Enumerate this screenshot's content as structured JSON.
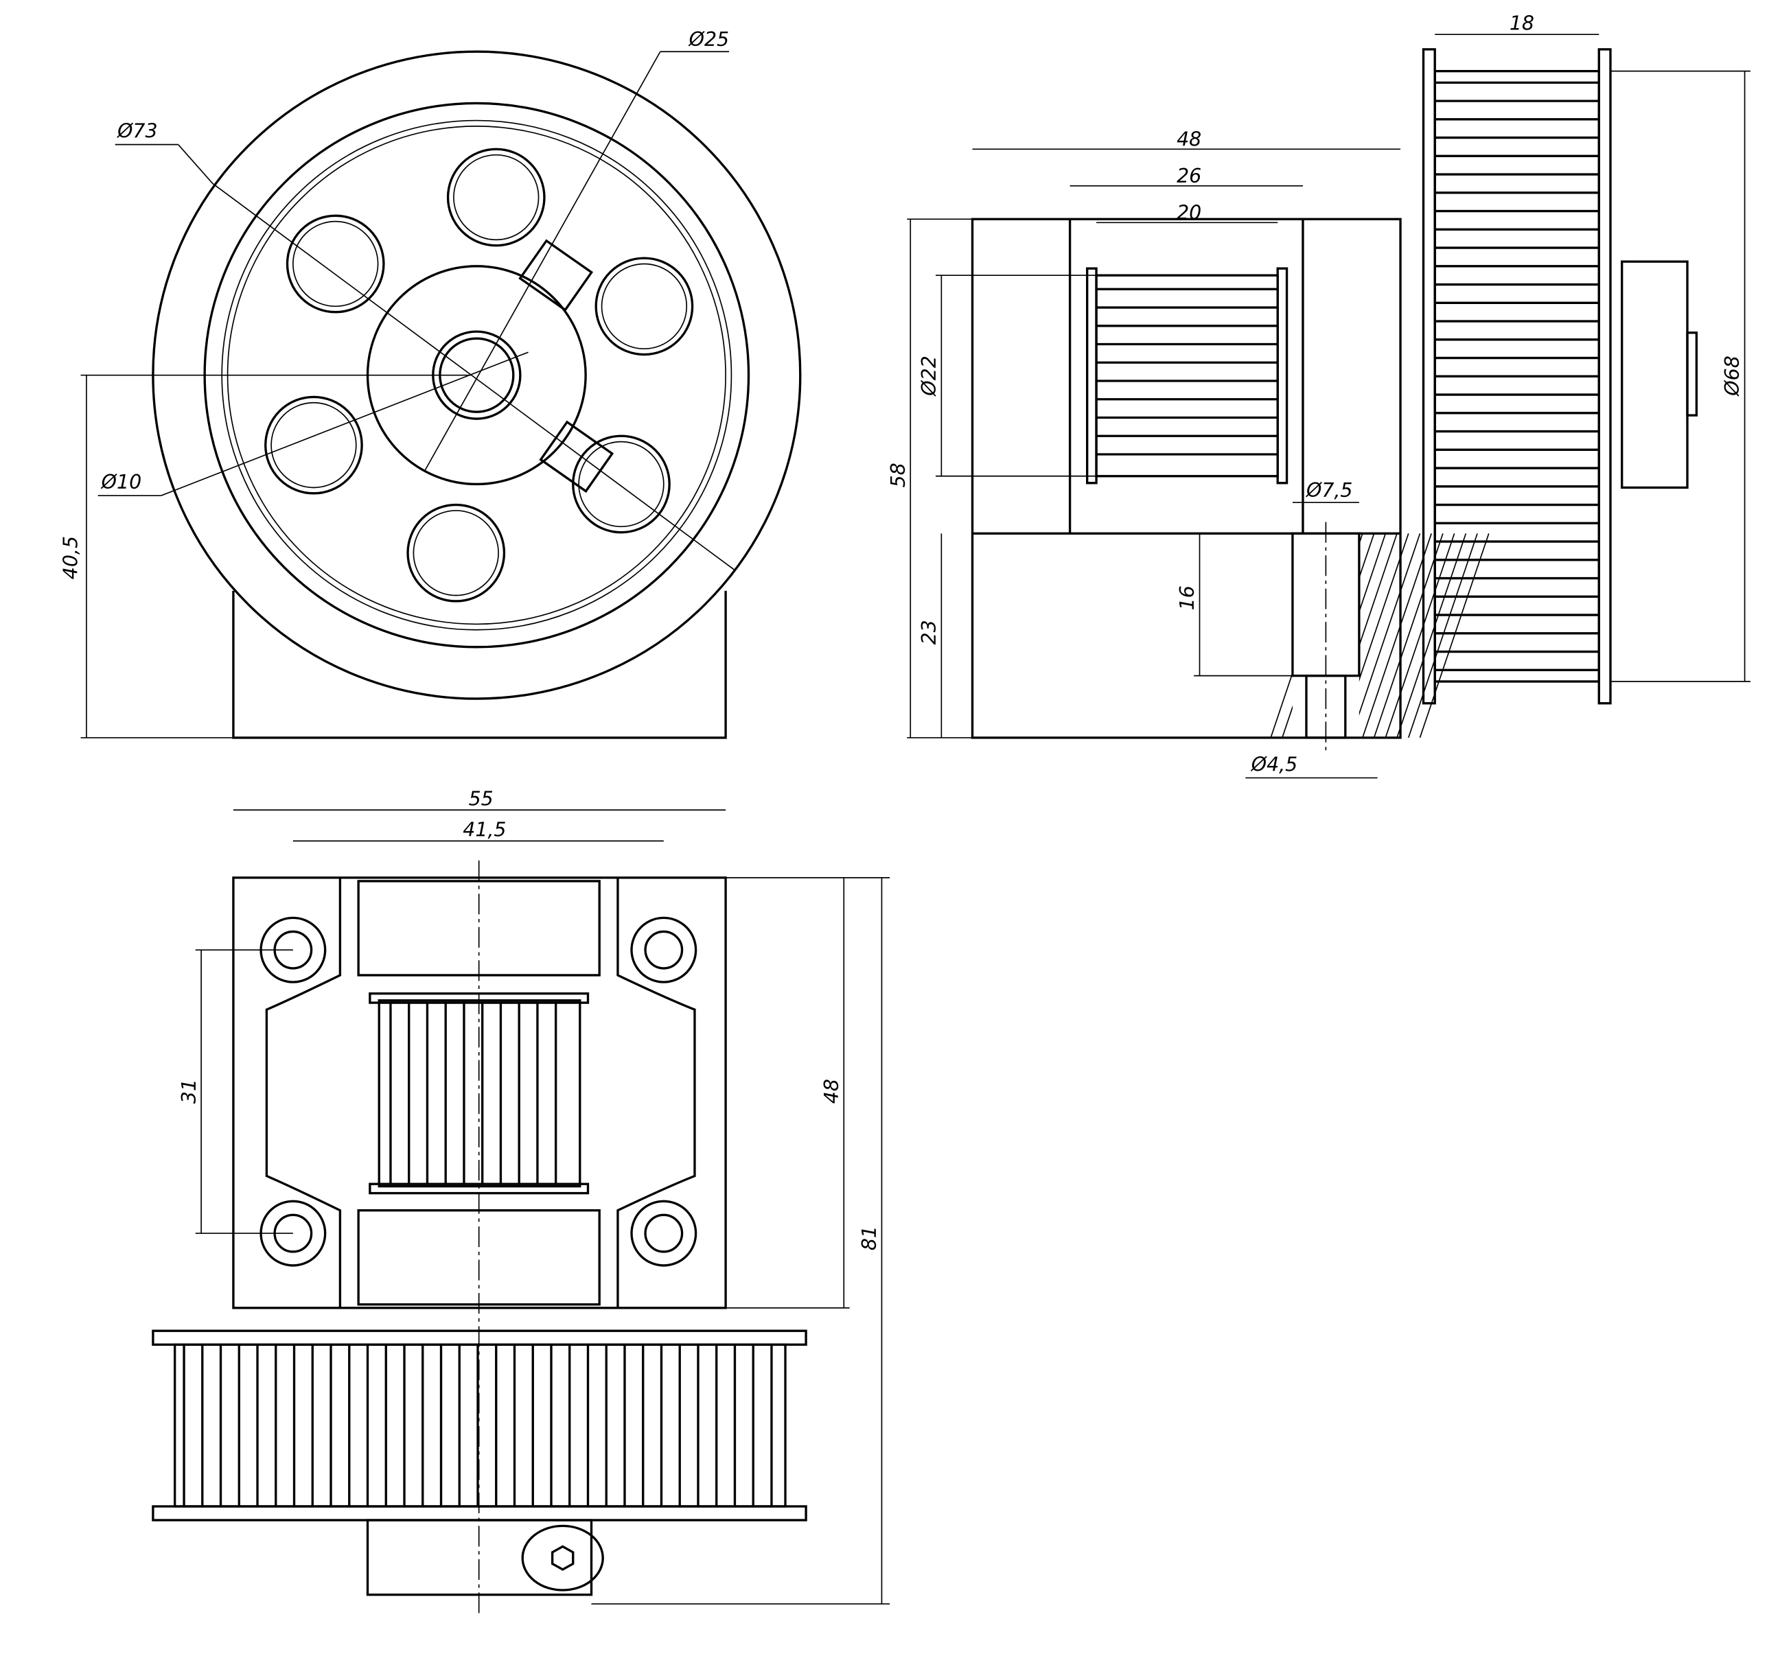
{
  "front_view": {
    "d25": "Ø25",
    "d73": "Ø73",
    "d10": "Ø10",
    "h40_5": "40,5"
  },
  "side_view": {
    "w48": "48",
    "w26": "26",
    "w20": "20",
    "w18": "18",
    "d22": "Ø22",
    "h58": "58",
    "h23": "23",
    "h16": "16",
    "d7_5": "Ø7,5",
    "d4_5": "Ø4,5",
    "d68": "Ø68"
  },
  "top_view": {
    "w55": "55",
    "w41_5": "41,5",
    "h31": "31",
    "h48": "48",
    "h81": "81"
  }
}
